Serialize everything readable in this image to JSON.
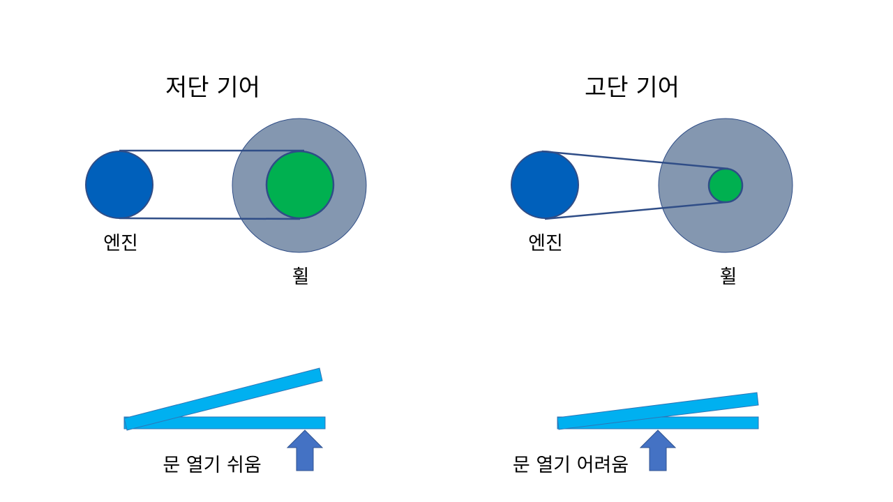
{
  "colors": {
    "engine_pulley": "#0060bb",
    "wheel_disk": "#8497b0",
    "wheel_pulley": "#00b050",
    "belt": "#2f4d87",
    "lever": "#00b0f0",
    "lever_stroke": "#2e75b6",
    "arrow": "#4472c4"
  },
  "panels": {
    "low": {
      "title": "저단 기어",
      "engine_label": "엔진",
      "wheel_label": "휠",
      "caption": "문 열기 쉬움"
    },
    "high": {
      "title": "고단 기어",
      "engine_label": "엔진",
      "wheel_label": "휠",
      "caption": "문 열기 어려움"
    }
  }
}
